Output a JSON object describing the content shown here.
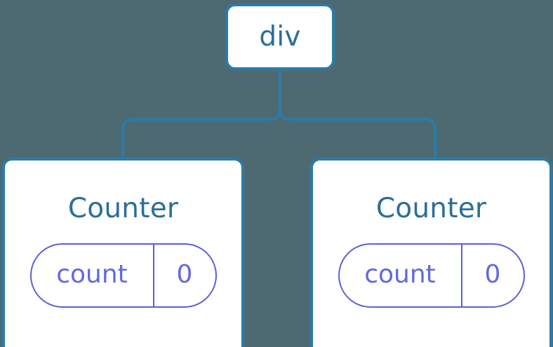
{
  "diagram": {
    "type": "component-tree",
    "background_color": "#4d6a73",
    "node_border_color": "#2b7ba8",
    "node_text_color": "#2b6e99",
    "state_color": "#5b60d6",
    "connector_color": "#2b7ba8",
    "root": {
      "label": "div"
    },
    "children": [
      {
        "label": "Counter",
        "state": {
          "key": "count",
          "value": "0"
        }
      },
      {
        "label": "Counter",
        "state": {
          "key": "count",
          "value": "0"
        }
      }
    ]
  }
}
